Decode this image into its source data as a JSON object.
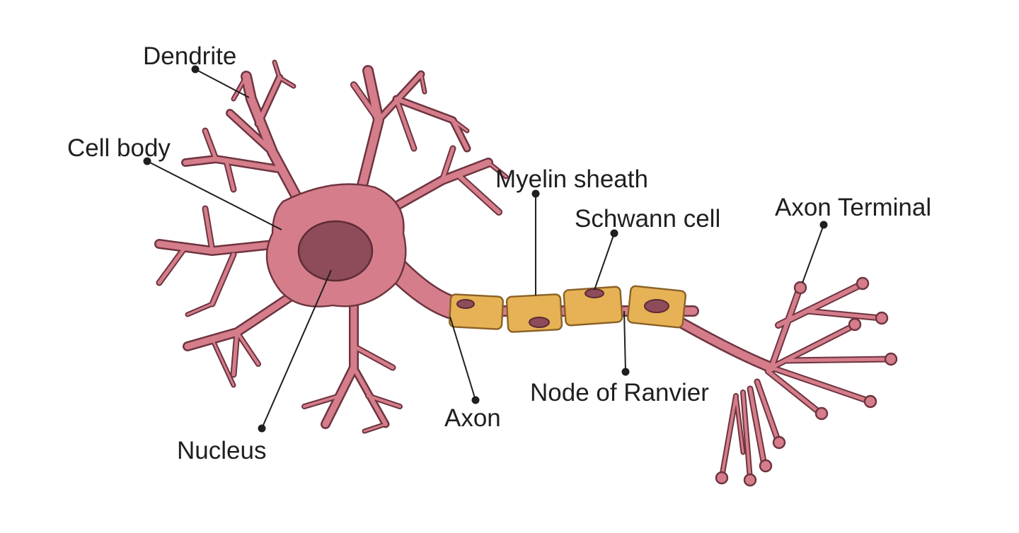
{
  "diagram": {
    "labels": {
      "dendrite": "Dendrite",
      "cell_body": "Cell body",
      "myelin_sheath": "Myelin sheath",
      "schwann_cell": "Schwann cell",
      "axon_terminal": "Axon Terminal",
      "nucleus": "Nucleus",
      "axon": "Axon",
      "node_of_ranvier": "Node of Ranvier"
    },
    "colors": {
      "neuron_fill": "#d57d8a",
      "neuron_outline": "#6d3440",
      "nucleus_fill": "#8e4c5a",
      "myelin_fill": "#e6b255",
      "myelin_outline": "#8a6127",
      "schwann_nucleus_fill": "#8e4c5a",
      "leader_line": "#1f1f1f"
    }
  }
}
